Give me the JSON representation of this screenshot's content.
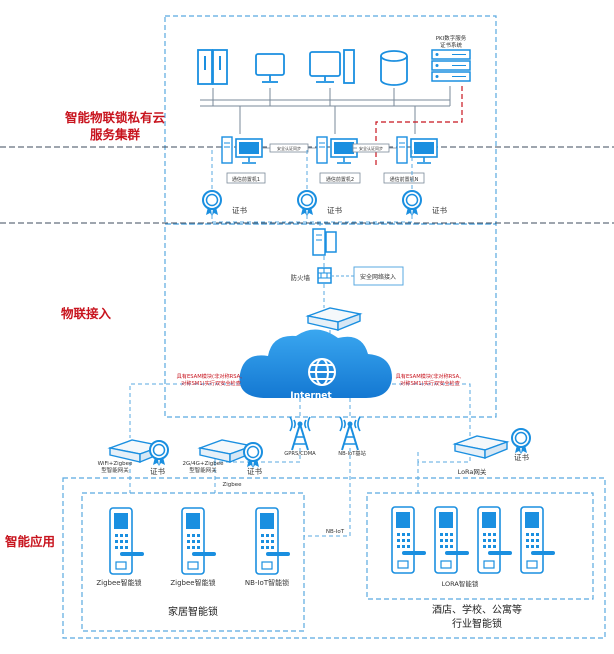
{
  "sections": {
    "cloud": "智能物联锁私有云服务集群",
    "cloud_line1": "智能物联锁私有云",
    "cloud_line2": "服务集群",
    "access": "物联接入",
    "app": "智能应用"
  },
  "pki": {
    "line1": "PKI数字服务",
    "line2": "证书系统"
  },
  "servers": [
    {
      "label": "通信前置机1"
    },
    {
      "label": "通信前置机2"
    },
    {
      "label": "通信前置机N"
    }
  ],
  "sync_label": "安全认证同步",
  "cert_label": "证书",
  "firewall": {
    "label": "防火墙"
  },
  "secure_access": "安全网络接入",
  "internet": "Internet",
  "esam_left": {
    "line1": "具有ESAM模块(非对称RSA、",
    "line2": "对称SM1)实行双安全检查"
  },
  "esam_right": {
    "line1": "具有ESAM模块(非对称RSA、",
    "line2": "对称SM1)实行双安全检查"
  },
  "gateways": {
    "wifi": {
      "line1": "WiFi+Zigbee",
      "line2": "型智能网关"
    },
    "g4": {
      "line1": "2G/4G+Zigbee",
      "line2": "型智能网关"
    },
    "lora": "LoRa网关"
  },
  "towers": {
    "gprs": "GPRS/CDMA",
    "nbiot": "NB-IoT基站"
  },
  "links": {
    "zigbee": "Zigbee",
    "nbiot": "NB-IoT"
  },
  "home": {
    "locks": [
      "Zigbee智能锁",
      "Zigbee智能锁",
      "NB-IoT智能锁"
    ],
    "title": "家居智能锁"
  },
  "industry": {
    "lock_label": "LORA智能锁",
    "title_line1": "酒店、学校、公寓等",
    "title_line2": "行业智能锁"
  },
  "colors": {
    "blue": "#1a8fe0",
    "dash": "#59a9e0",
    "red": "#c8141e",
    "dark": "#333333"
  }
}
